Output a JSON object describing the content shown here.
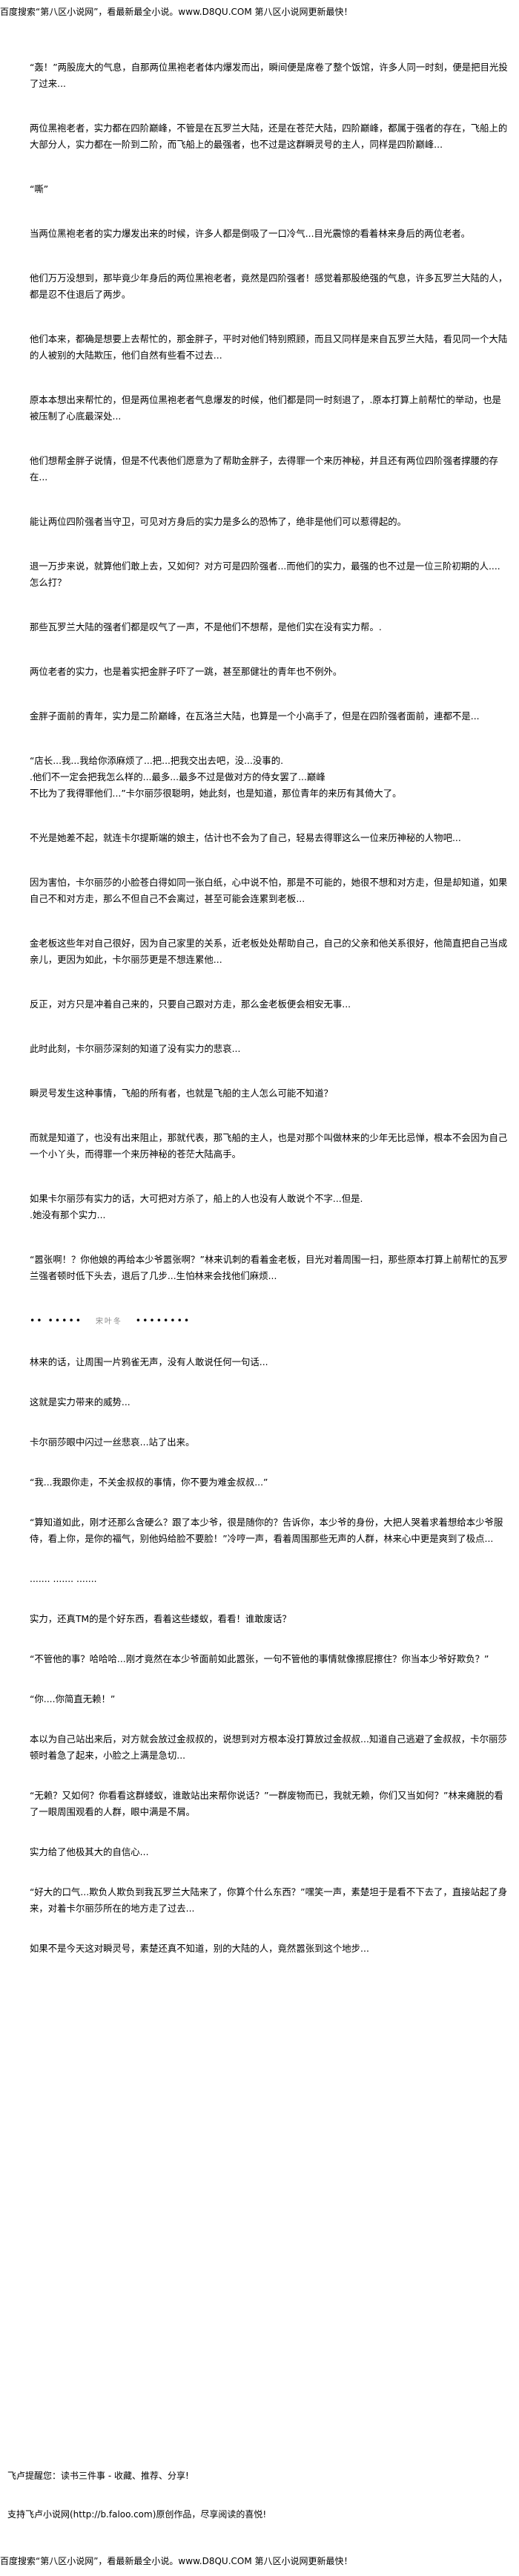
{
  "banner": {
    "text": "百度搜索“第八区小说网”，看最新最全小说。www.D8QU.COM  第八区小说网更新最快！"
  },
  "paragraphs": [
    "“轰！”两股庞大的气息，自那两位黑袍老者体内爆发而出，瞬间便是席卷了整个饭馆，许多人同一时刻，便是把目光投了过来...",
    "两位黑袍老者，实力都在四阶巅峰，不管是在瓦罗兰大陆，还是在苍茫大陆，四阶巅峰，都属于强者的存在，飞船上的大部分人，实力都在一阶到二阶，而飞船上的最强者，也不过是这群瞬灵号的主人，同样是四阶巅峰...",
    "“嘶”",
    "当两位黑袍老者的实力爆发出来的时候，许多人都是倒吸了一口冷气...目光震惊的看着林来身后的两位老者。",
    "他们万万没想到，那毕竟少年身后的两位黑袍老者，竟然是四阶强者！感觉着那股绝强的气息，许多瓦罗兰大陆的人，都是忍不住退后了两步。",
    "他们本来，都确是想要上去帮忙的，那金胖子，平时对他们特别照顾，而且又同样是来自瓦罗兰大陆，看见同一个大陆的人被别的大陆欺压，他们自然有些看不过去...",
    "原本本想出来帮忙的，但是两位黑袍老者气息爆发的时候，他们都是同一时刻退了，.原本打算上前帮忙的举动，也是被压制了心底最深处...",
    "他们想帮金胖子说情，但是不代表他们愿意为了帮助金胖子，去得罪一个来历神秘，并且还有两位四阶强者撑腰的存在...",
    "能让两位四阶强者当守卫，可见对方身后的实力是多么的恐怖了，绝非是他们可以惹得起的。",
    "退一万步来说，就算他们敢上去，又如何？对方可是四阶强者...而他们的实力，最强的也不过是一位三阶初期的人....怎么打？",
    "那些瓦罗兰大陆的强者们都是叹气了一声，不是他们不想帮，是他们实在没有实力帮。.",
    "两位老者的实力，也是着实把金胖子吓了一跳，甚至那健壮的青年也不例外。",
    "金胖子面前的青年，实力是二阶巅峰，在瓦洛兰大陆，也算是一个小高手了，但是在四阶强者面前，連都不是...",
    "“店长...我...我给你添麻烦了...把...把我交出去吧，没...没事的.\n.他们不一定会把我怎么样的...最多...最多不过是做对方的侍女罢了...巅峰\n不比为了我得罪他们...”卡尔丽莎很聪明，她此刻，也是知道，那位青年的来历有其倚大了。",
    "不光是她差不起，就连卡尔提斯端的娘主，估计也不会为了自己，轻易去得罪这么一位来历神秘的人物吧...",
    "因为害怕，卡尔丽莎的小脸苍白得如同一张白纸，心中说不怕，那是不可能的，她很不想和对方走，但是却知道，如果自己不和对方走，那么不但自己不会离过，甚至可能会连累到老板...",
    "金老板这些年对自己很好，因为自己家里的关系，近老板处处帮助自己，自己的父亲和他关系很好，他简直把自己当成亲儿，更因为如此，卡尔丽莎更是不想连累他...",
    "反正，对方只是冲着自己来的，只要自己跟对方走，那么金老板便会相安无事...",
    "此时此刻，卡尔丽莎深刻的知道了没有实力的悲哀...",
    "瞬灵号发生这种事情，飞船的所有者，也就是飞船的主人怎么可能不知道？",
    "而就是知道了，也没有出来阻止，那就代表，那飞船的主人，也是对那个叫做林来的少年无比忌惮，根本不会因为自己一个小丫头，而得罪一个来历神秘的苍茫大陆高手。",
    "如果卡尔丽莎有实力的话，大可把对方杀了，船上的人也没有人敢说个不字...但是.\n.她没有那个实力...",
    "“嚣张啊！？你他娘的再给本少爷嚣张啊？”林来讥刺的看着金老板，目光对着周围一扫，那些原本打算上前帮忙的瓦罗兰强者顿时低下头去，退后了几步...生怕林来会找他们麻烦..."
  ],
  "dots_line": {
    "left": "•• •••••",
    "middle": "宋叶冬",
    "right": "••••••••"
  },
  "paragraphs2": [
    "林来的话，让周围一片鸦雀无声，没有人敢说任何一句话...",
    "这就是实力带来的威势...",
    "卡尔丽莎眼中闪过一丝悲哀...站了出来。",
    "“我...我跟你走，不关金叔叔的事情，你不要为难金叔叔...”",
    "“算知道如此，刚才还那么含硬么？跟了本少爷，很是随你的？告诉你，本少爷的身份，大把人哭着求着想给本少爷服侍，看上你，是你的福气，别他妈给脸不要脸！”冷哼一声，看着周围那些无声的人群，林来心中更是爽到了极点...",
    "....... ....... ......."
  ],
  "paragraphs3": [
    "实力，还真TM的是个好东西，看着这些蝼蚁，看看！谁敢废话？",
    "“不管他的事？哈哈哈...刚才竟然在本少爷面前如此嚣张，一句不管他的事情就像擦屁擦住？你当本少爷好欺负？”",
    "“你....你简直无赖！”",
    "本以为自己站出来后，对方就会放过金叔叔的，说想到对方根本没打算放过金叔叔...知道自己逃避了金叔叔，卡尔丽莎顿时着急了起来，小脸之上满是急切...",
    "“无赖？又如何？你看看这群蝼蚁，谁敢站出来帮你说话？”一群废物而已，我就无赖，你们又当如何？”林来瘫脱的看了一眼周围观看的人群，眼中满是不屑。",
    "实力给了他极其大的自信心...",
    "“好大的口气...欺负人欺负到我瓦罗兰大陆来了，你算个什么东西？”嘿笑一声，素楚坦于是看不下去了，直接站起了身来，对着卡尔丽莎所在的地方走了过去...",
    "如果不是今天这对瞬灵号，素楚还真不知道，别的大陆的人，竟然嚣张到这个地步..."
  ],
  "footer": {
    "line1": "飞卢提醒您：读书三件事 - 收藏、推荐、分享!",
    "line2": "支持飞卢小说网(http://b.faloo.com)原创作品，尽享阅读的喜悦!"
  }
}
